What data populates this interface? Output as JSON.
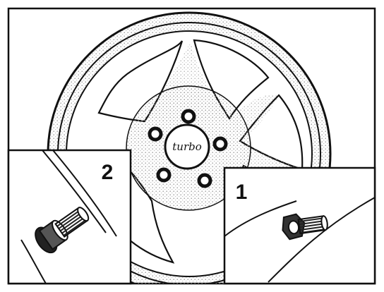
{
  "hub_logo": "turbo",
  "callouts": [
    {
      "number": "1",
      "subject": "valve-with-nut"
    },
    {
      "number": "2",
      "subject": "valve-with-cap"
    }
  ],
  "colors": {
    "ink": "#111111",
    "paper": "#ffffff",
    "stipple": "#bdbdbd"
  },
  "lug_nut_count": 5
}
